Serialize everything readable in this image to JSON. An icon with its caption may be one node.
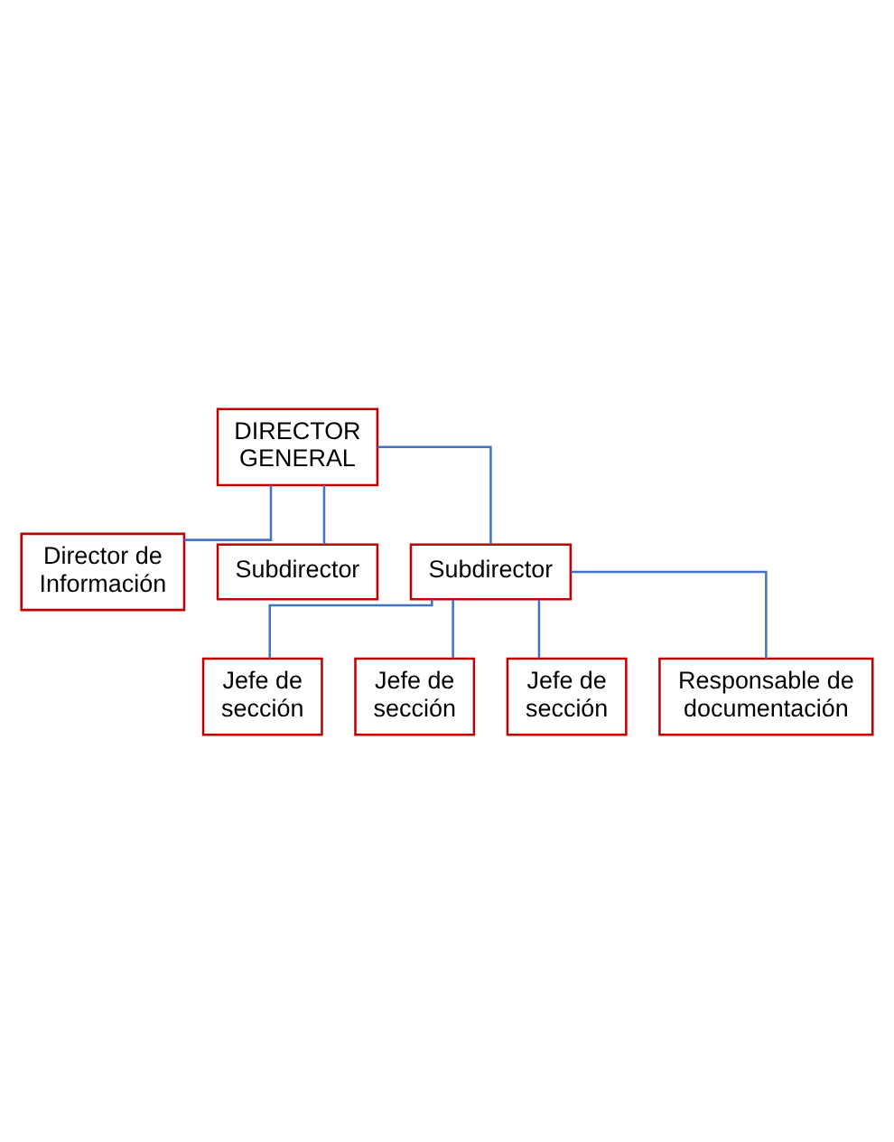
{
  "diagram": {
    "nodes": [
      {
        "text": [
          "DIRECTOR GENERAL"
        ]
      },
      {
        "text": [
          "Director de Información"
        ]
      },
      {
        "text": [
          "Subdirector"
        ]
      },
      {
        "text": [
          "Subdirector"
        ]
      },
      {
        "text": [
          "Jefe de sección"
        ]
      },
      {
        "text": [
          "Jefe de sección"
        ]
      },
      {
        "text": [
          "Jefe de sección"
        ]
      },
      {
        "text": [
          "Responsable de documentación"
        ]
      }
    ],
    "edges": [
      {
        "from": 0,
        "to": 1,
        "arrow": "none"
      },
      {
        "from": 0,
        "to": 2,
        "arrow": "none"
      },
      {
        "from": 0,
        "to": 3,
        "arrow": "none"
      },
      {
        "from": 3,
        "to": 4,
        "arrow": "none"
      },
      {
        "from": 3,
        "to": 5,
        "arrow": "none"
      },
      {
        "from": 3,
        "to": 6,
        "arrow": "none"
      },
      {
        "from": 3,
        "to": 7,
        "arrow": "none"
      }
    ]
  }
}
